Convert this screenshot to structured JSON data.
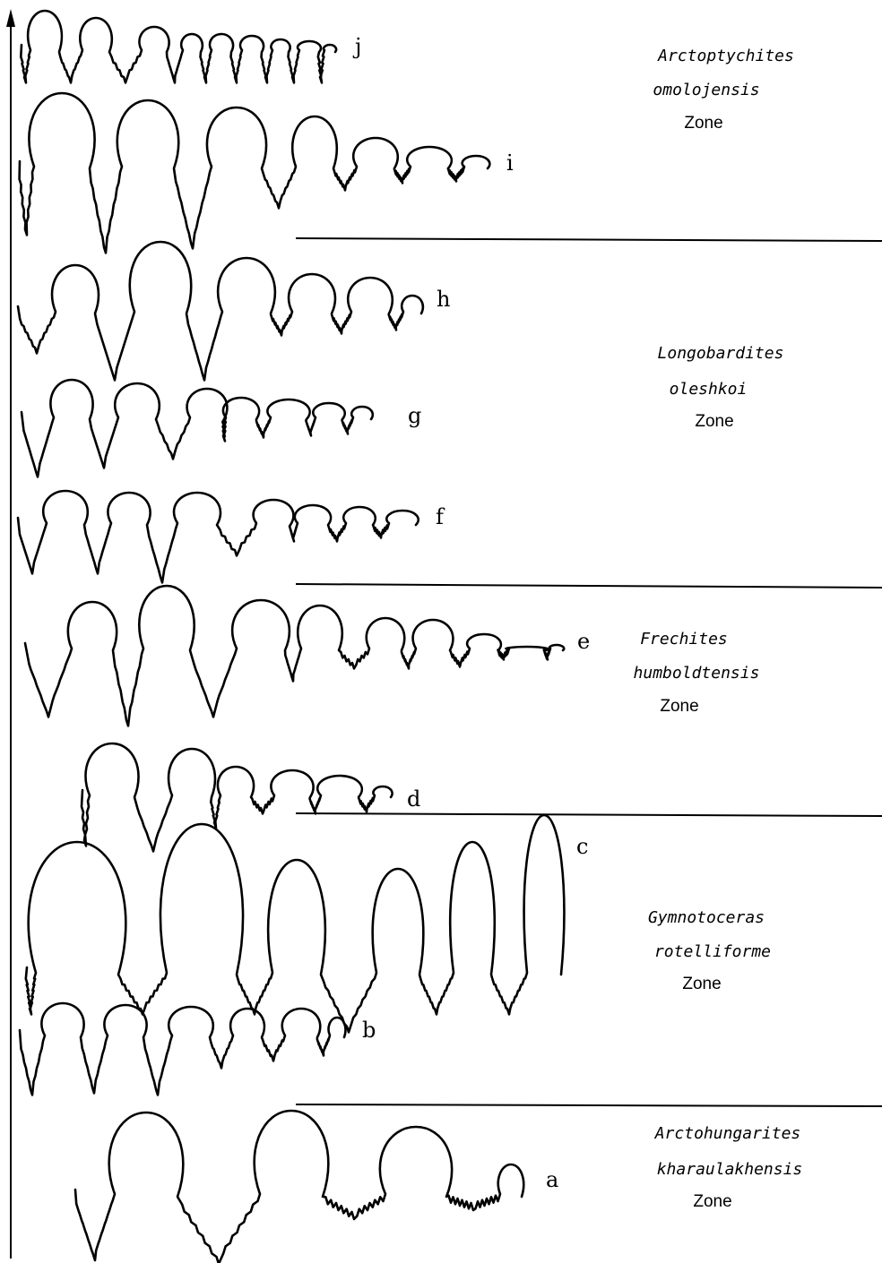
{
  "sutures": [
    {
      "letter": "j"
    },
    {
      "letter": "i"
    },
    {
      "letter": "h"
    },
    {
      "letter": "g"
    },
    {
      "letter": "f"
    },
    {
      "letter": "e"
    },
    {
      "letter": "d"
    },
    {
      "letter": "c"
    },
    {
      "letter": "b"
    },
    {
      "letter": "a"
    }
  ],
  "zones": [
    {
      "genus": "Arctoptychites",
      "species": "omolojensis",
      "suffix": "Zone"
    },
    {
      "genus": "Longobardites",
      "species": "oleshkoi",
      "suffix": "Zone"
    },
    {
      "genus": "Frechites",
      "species": "humboldtensis",
      "suffix": "Zone"
    },
    {
      "genus": "Gymnotoceras",
      "species": "rotelliforme",
      "suffix": "Zone"
    },
    {
      "genus": "Arctohungarites",
      "species": "kharaulakhensis",
      "suffix": "Zone"
    }
  ],
  "axis": {
    "direction": "up",
    "icon": "arrow-up-icon"
  }
}
